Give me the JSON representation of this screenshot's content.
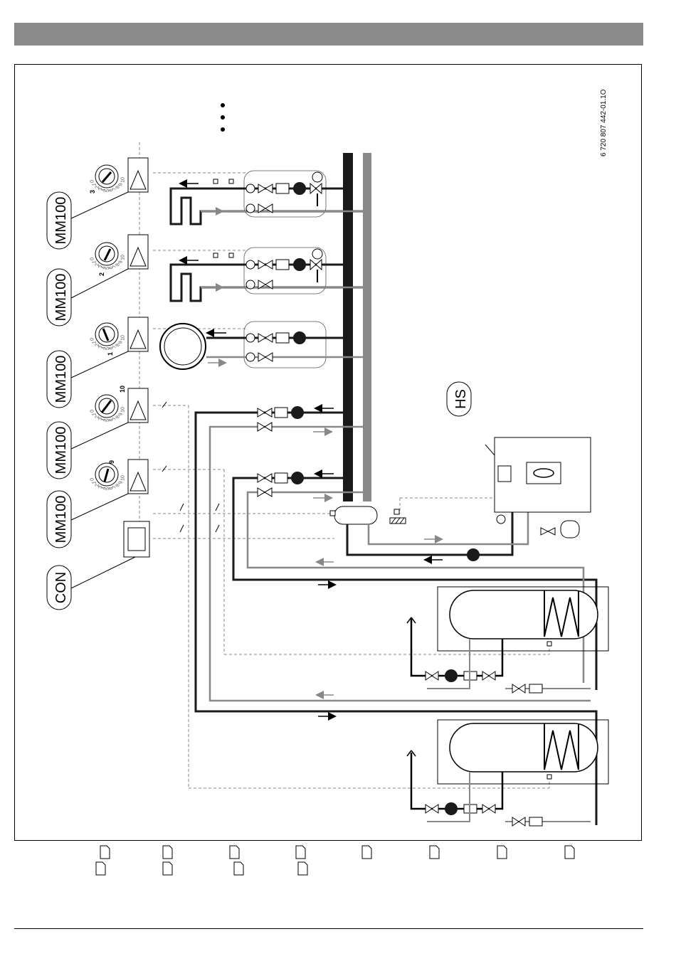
{
  "figure_code": "6 720 807 442-01.1O",
  "labels": {
    "con": "CON",
    "hs": "HS",
    "mm": [
      "MM100",
      "MM100",
      "MM100",
      "MM100",
      "MM100"
    ]
  },
  "dial_numbers": [
    "3",
    "2",
    "1",
    "10",
    "9"
  ],
  "dial_scale": [
    "0",
    "1",
    "2",
    "3",
    "4",
    "5",
    "6",
    "7",
    "8",
    "9",
    "10"
  ],
  "colors": {
    "supply": "#1a1a1a",
    "return": "#8a8a8a",
    "header": "#8a8a8a"
  }
}
